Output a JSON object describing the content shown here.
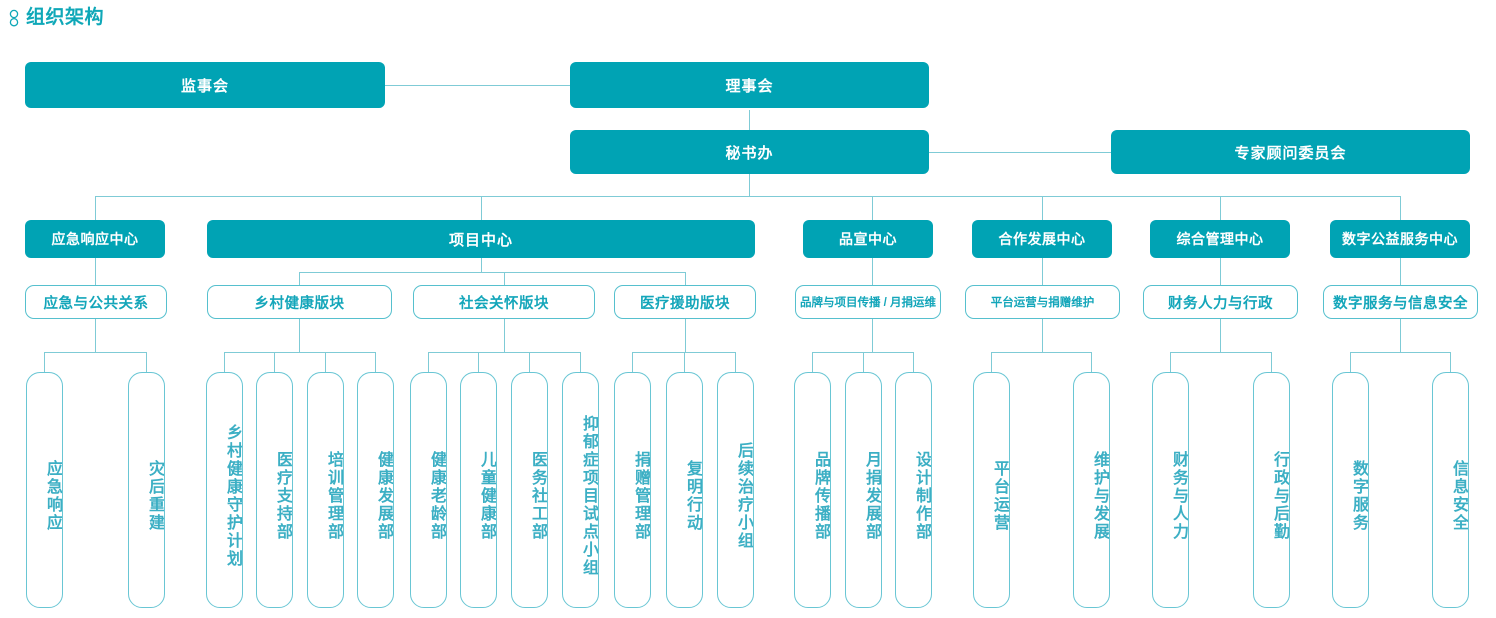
{
  "page": {
    "title": "组织架构",
    "title_icon": "org-chart-icon",
    "colors": {
      "solid_fill": "#00A3B4",
      "solid_text": "#FFFFFF",
      "outline_border": "#56C0CE",
      "outline_text": "#14A6BA",
      "leaf_border": "#69C6D4",
      "leaf_text": "#3CAFC4",
      "connector": "#7FCBD6"
    }
  },
  "level1": {
    "supervisory_board": "监事会",
    "board_of_directors": "理事会"
  },
  "level2": {
    "secretariat": "秘书办",
    "expert_advisory_committee": "专家顾问委员会"
  },
  "centers": [
    {
      "label": "应急响应中心"
    },
    {
      "label": "项目中心"
    },
    {
      "label": "品宣中心"
    },
    {
      "label": "合作发展中心"
    },
    {
      "label": "综合管理中心"
    },
    {
      "label": "数字公益服务中心"
    }
  ],
  "sections": [
    {
      "label": "应急与公共关系"
    },
    {
      "label": "乡村健康版块"
    },
    {
      "label": "社会关怀版块"
    },
    {
      "label": "医疗援助版块"
    },
    {
      "label": "品牌与项目传播 / 月捐运维"
    },
    {
      "label": "平台运营与捐赠维护"
    },
    {
      "label": "财务人力与行政"
    },
    {
      "label": "数字服务与信息安全"
    }
  ],
  "units": [
    {
      "label": "应急响应"
    },
    {
      "label": "灾后重建"
    },
    {
      "label": "乡村健康守护计划"
    },
    {
      "label": "医疗支持部"
    },
    {
      "label": "培训管理部"
    },
    {
      "label": "健康发展部"
    },
    {
      "label": "健康老龄部"
    },
    {
      "label": "儿童健康部"
    },
    {
      "label": "医务社工部"
    },
    {
      "label": "抑郁症项目试点小组"
    },
    {
      "label": "捐赠管理部"
    },
    {
      "label": "复明行动"
    },
    {
      "label": "后续治疗小组"
    },
    {
      "label": "品牌传播部"
    },
    {
      "label": "月捐发展部"
    },
    {
      "label": "设计制作部"
    },
    {
      "label": "平台运营"
    },
    {
      "label": "维护与发展"
    },
    {
      "label": "财务与人力"
    },
    {
      "label": "行政与后勤"
    },
    {
      "label": "数字服务"
    },
    {
      "label": "信息安全"
    }
  ]
}
